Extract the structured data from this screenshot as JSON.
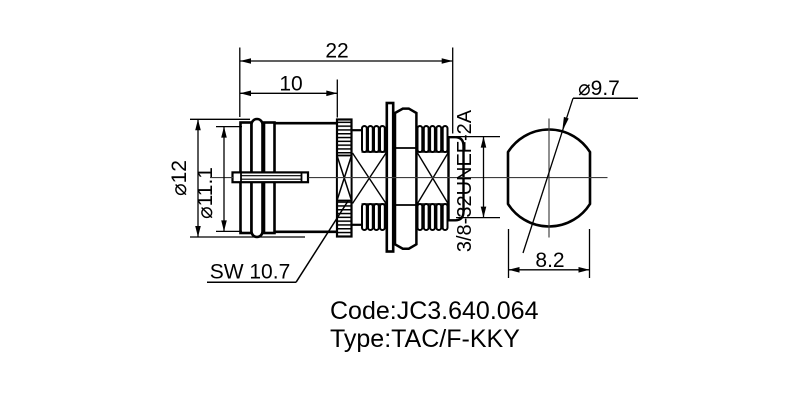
{
  "drawing": {
    "dimensions": {
      "overall_length": "22",
      "front_section_length": "10",
      "body_outer_diameter": "⌀12",
      "body_inner_diameter": "⌀11.1",
      "wrench_size": "SW 10.7",
      "thread_spec": "3/8-32UNEF-2A",
      "rear_view_diameter": "⌀9.7",
      "rear_view_across_flats": "8.2"
    },
    "footer": {
      "code": "Code:JC3.640.064",
      "type": "Type:TAC/F-KKY"
    },
    "colors": {
      "line": "#000000",
      "centerline": "#3d3d3d",
      "background": "#ffffff"
    }
  }
}
